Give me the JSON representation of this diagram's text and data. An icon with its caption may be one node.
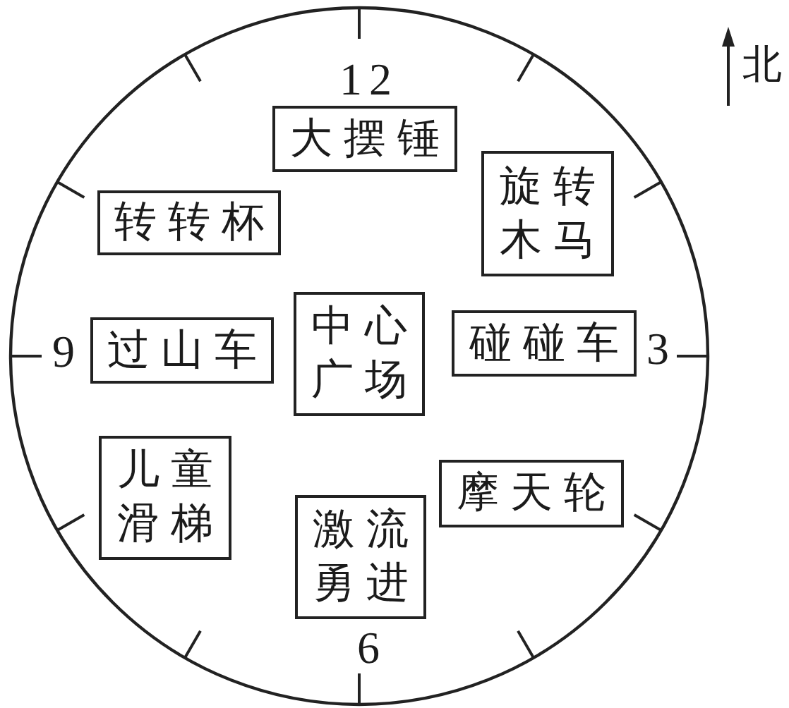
{
  "diagram": {
    "nodes": [
      {
        "text": [
          "12",
          "9",
          "3",
          "6"
        ]
      },
      {
        "text": [
          "大摆锤"
        ],
        "in": 0
      },
      {
        "text": [
          "转转杯"
        ],
        "in": 0
      },
      {
        "text": [
          "旋转木马"
        ],
        "in": 0
      },
      {
        "text": [
          "过山车"
        ],
        "in": 0
      },
      {
        "text": [
          "中心广场"
        ],
        "in": 0
      },
      {
        "text": [
          "碰碰车"
        ],
        "in": 0
      },
      {
        "text": [
          "儿童滑梯"
        ],
        "in": 0
      },
      {
        "text": [
          "激流勇进"
        ],
        "in": 0
      },
      {
        "text": [
          "摩天轮"
        ],
        "in": 0
      }
    ],
    "labels": [
      "北"
    ]
  }
}
